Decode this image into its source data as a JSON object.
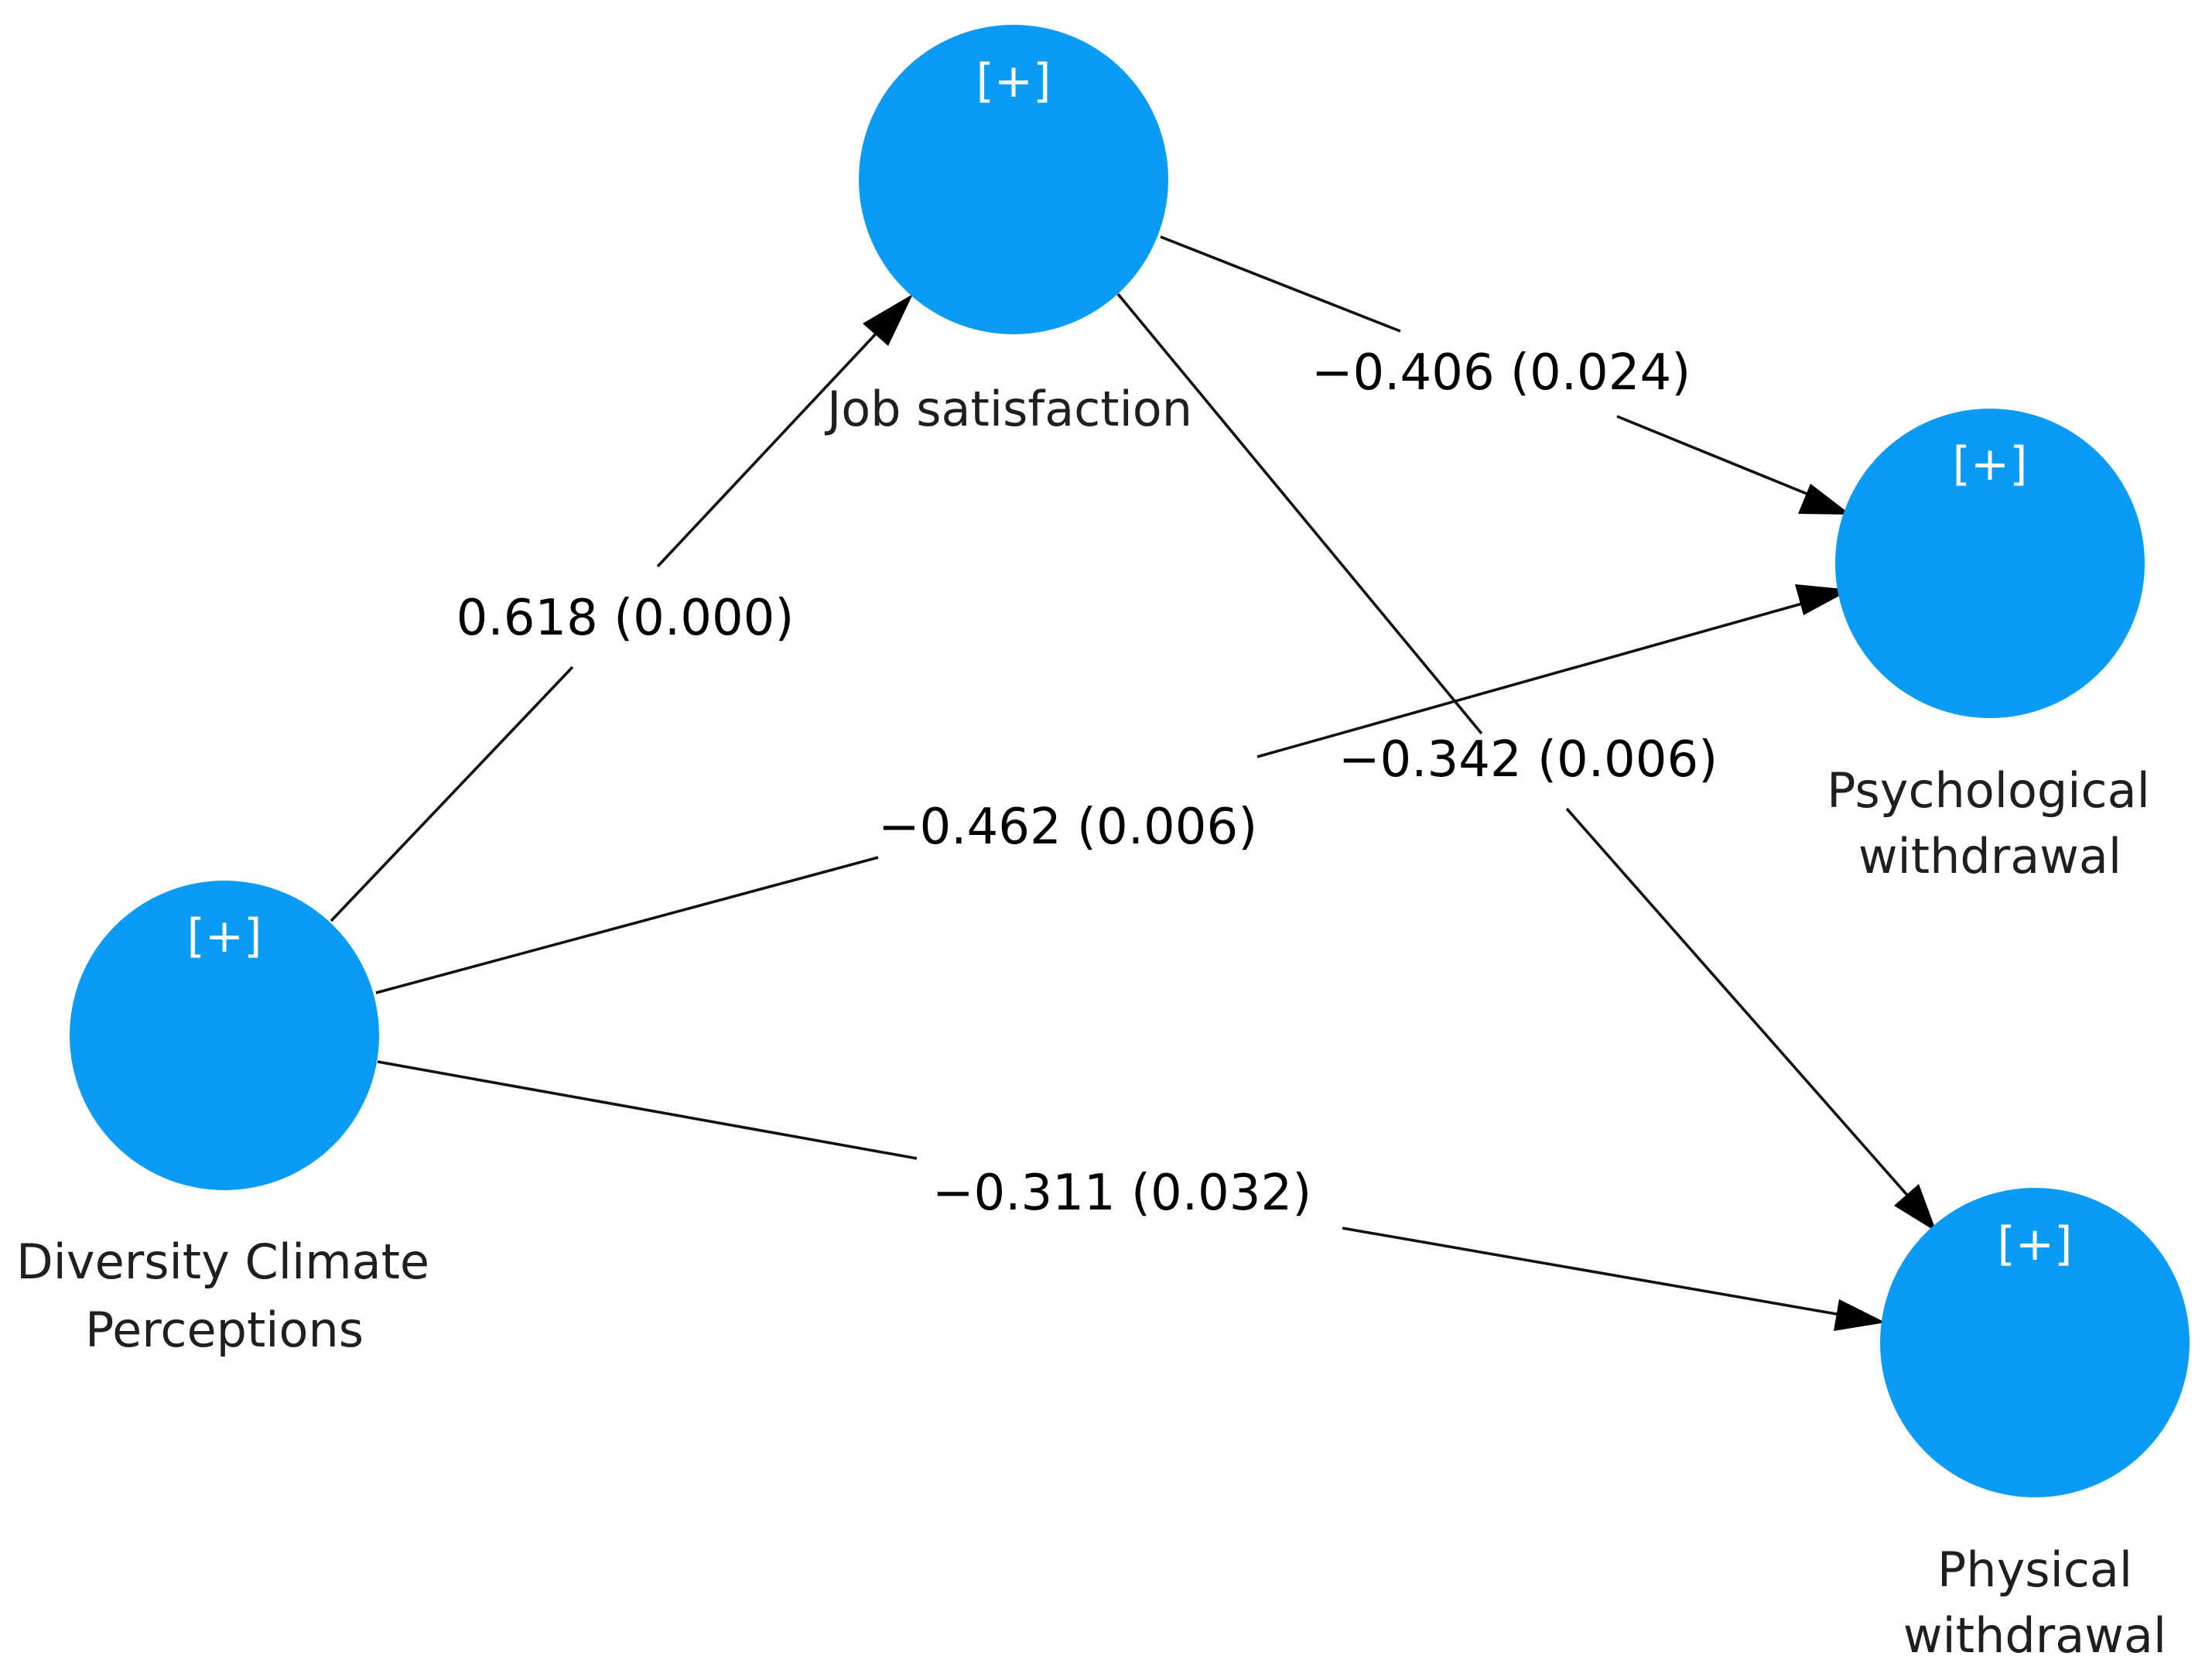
{
  "nodes": [
    {
      "id": "job_satisfaction",
      "expand": "[+]",
      "label_lines": [
        "Job satisfaction"
      ]
    },
    {
      "id": "diversity_climate",
      "expand": "[+]",
      "label_lines": [
        "Diversity Climate",
        "Perceptions"
      ]
    },
    {
      "id": "psychological_withdrawal",
      "expand": "[+]",
      "label_lines": [
        "Psychological",
        "withdrawal"
      ]
    },
    {
      "id": "physical_withdrawal",
      "expand": "[+]",
      "label_lines": [
        "Physical",
        "withdrawal"
      ]
    }
  ],
  "paths": [
    {
      "from": "diversity_climate",
      "to": "job_satisfaction",
      "coefficient": "0.618",
      "p_value": "(0.000)"
    },
    {
      "from": "job_satisfaction",
      "to": "psychological_withdrawal",
      "coefficient": "−0.406",
      "p_value": "(0.024)"
    },
    {
      "from": "diversity_climate",
      "to": "psychological_withdrawal",
      "coefficient": "−0.462",
      "p_value": "(0.006)"
    },
    {
      "from": "job_satisfaction",
      "to": "physical_withdrawal",
      "coefficient": "−0.342",
      "p_value": "(0.006)"
    },
    {
      "from": "diversity_climate",
      "to": "physical_withdrawal",
      "coefficient": "−0.311",
      "p_value": "(0.032)"
    }
  ],
  "colors": {
    "node_fill": "#0a9bf5",
    "edge": "#111111",
    "text": "#000000"
  }
}
